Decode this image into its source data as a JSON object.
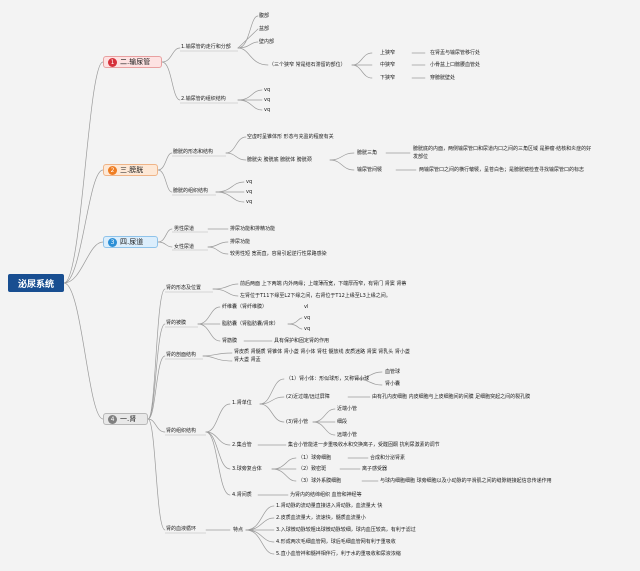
{
  "root": "泌尿系统",
  "s1": {
    "num": "1",
    "label": "二.输尿管",
    "a": "1.输尿管的走行和分部",
    "a_parts": [
      "腹部",
      "盆部",
      "壁内部"
    ],
    "b": "（三个狭窄 常是结石滞留的部位）",
    "narrows": [
      {
        "name": "上狭窄",
        "desc": "在肾盂与输尿管移行处"
      },
      {
        "name": "中狭窄",
        "desc": "小骨盆上口髂腰血管处"
      },
      {
        "name": "下狭窄",
        "desc": "穿膀胱壁处"
      }
    ],
    "c": "2.输尿管的组织结构",
    "c_items": [
      "vq",
      "vq",
      "vq"
    ]
  },
  "s2": {
    "num": "2",
    "label": "三.膀胱",
    "a": "膀胱的形态和结构",
    "a1": "空虚时呈锥体形 形态与充盈的程度有关",
    "a2": "膀胱尖 膀胱底 膀胱体 膀胱颈",
    "tri": "膀胱三角",
    "tri_desc1": "膀胱底的内面，两侧输尿管口和尿道内口之间的三角区域 是肿瘤·结核和炎症的好",
    "tri_desc2": "发部位",
    "fold": "输尿管间襞",
    "fold_desc": "两输尿管口之间的横行皱襞，呈苍白色；是膀胱镜检查寻找输尿管口的标志",
    "b": "膀胱的组织结构",
    "b_items": [
      "vq",
      "vq",
      "vq"
    ]
  },
  "s3": {
    "num": "3",
    "label": "四.尿道",
    "m": "男性尿道",
    "m_desc": "排尿功能和排精功能",
    "f": "女性尿道",
    "f1": "排尿功能",
    "f2": "较男性短 宽而直，容易引起逆行性尿路感染"
  },
  "s4": {
    "num": "4",
    "label": "一.肾",
    "pos": "肾的形态及位置",
    "pos1": "前后两面 上下两端 内外两缘；上端薄而宽，下端厚而窄，有肾门 肾窦 肾蒂",
    "pos2": "左肾位于T11下缘至L2下缘之间，右肾位于T12上缘至L3上缘之间。",
    "cap": "肾的被膜",
    "cap1": "纤维囊（肾纤维膜）",
    "cap1_x": "vl",
    "cap2": "脂肪囊（肾脂肪囊/肾床）",
    "cap2_items": [
      "vq",
      "vq"
    ],
    "cap3": "肾筋膜",
    "cap3_desc": "具有保护和固定肾的作用",
    "sec": "肾的剖面结构",
    "sec1": "肾皮质 肾髓质 肾锥体 肾小盏 肾小体 肾柱 髓放线 皮质迷路 肾窦 肾乳头 肾小盏",
    "sec2": "肾大盏 肾盂",
    "tis": "肾的组织结构",
    "t1": "1.肾单位",
    "t1a": "（1）肾小体：形似球形，又称肾小球",
    "t1a_items": [
      "血管球",
      "肾小囊"
    ],
    "t1b": "(2)近过端/远过屏障",
    "t1b_desc": "由有孔内皮细胞 内皮细胞与上皮细胞间的间膜 足细胞突起之间的裂孔膜",
    "t1c": "(3)肾小管",
    "t1c_items": [
      "近端小管",
      "细段",
      "远端小管"
    ],
    "t2": "2.集合管",
    "t2_desc": "集合小管能进一步重吸收水和交换离子，受醛固酮 抗利尿激素的调节",
    "t3": "3.球旁复合体",
    "t3a": "（1）球旁细胞",
    "t3a_desc": "合成和分泌肾素",
    "t3b": "（2）致密斑",
    "t3b_desc": "离子感受器",
    "t3c": "（3）球外系膜细胞",
    "t3c_desc": "与球内细胞细胞 球旁细胞以及小动脉的平滑肌之间的缝隙链接起信息传递作用",
    "t4": "4.肾间质",
    "t4_desc": "为肾内的结缔组织 血管和神经等",
    "blood": "肾的血液循环",
    "feat": "特点",
    "feats": [
      "1.肾动脉的流动量直接进入肾动脉，血流量大 快",
      "2.皮质血流量大，流速快，髓质血流量小",
      "3.入球微动脉较粗出球微动脉较细，球内血压较高，有利于滤过",
      "4.形成两次毛细血管网，球后毛细血管网有利于重吸收",
      "5.直小血管袢和髓袢相伴行，利于水的重吸收和尿液浓缩"
    ]
  }
}
